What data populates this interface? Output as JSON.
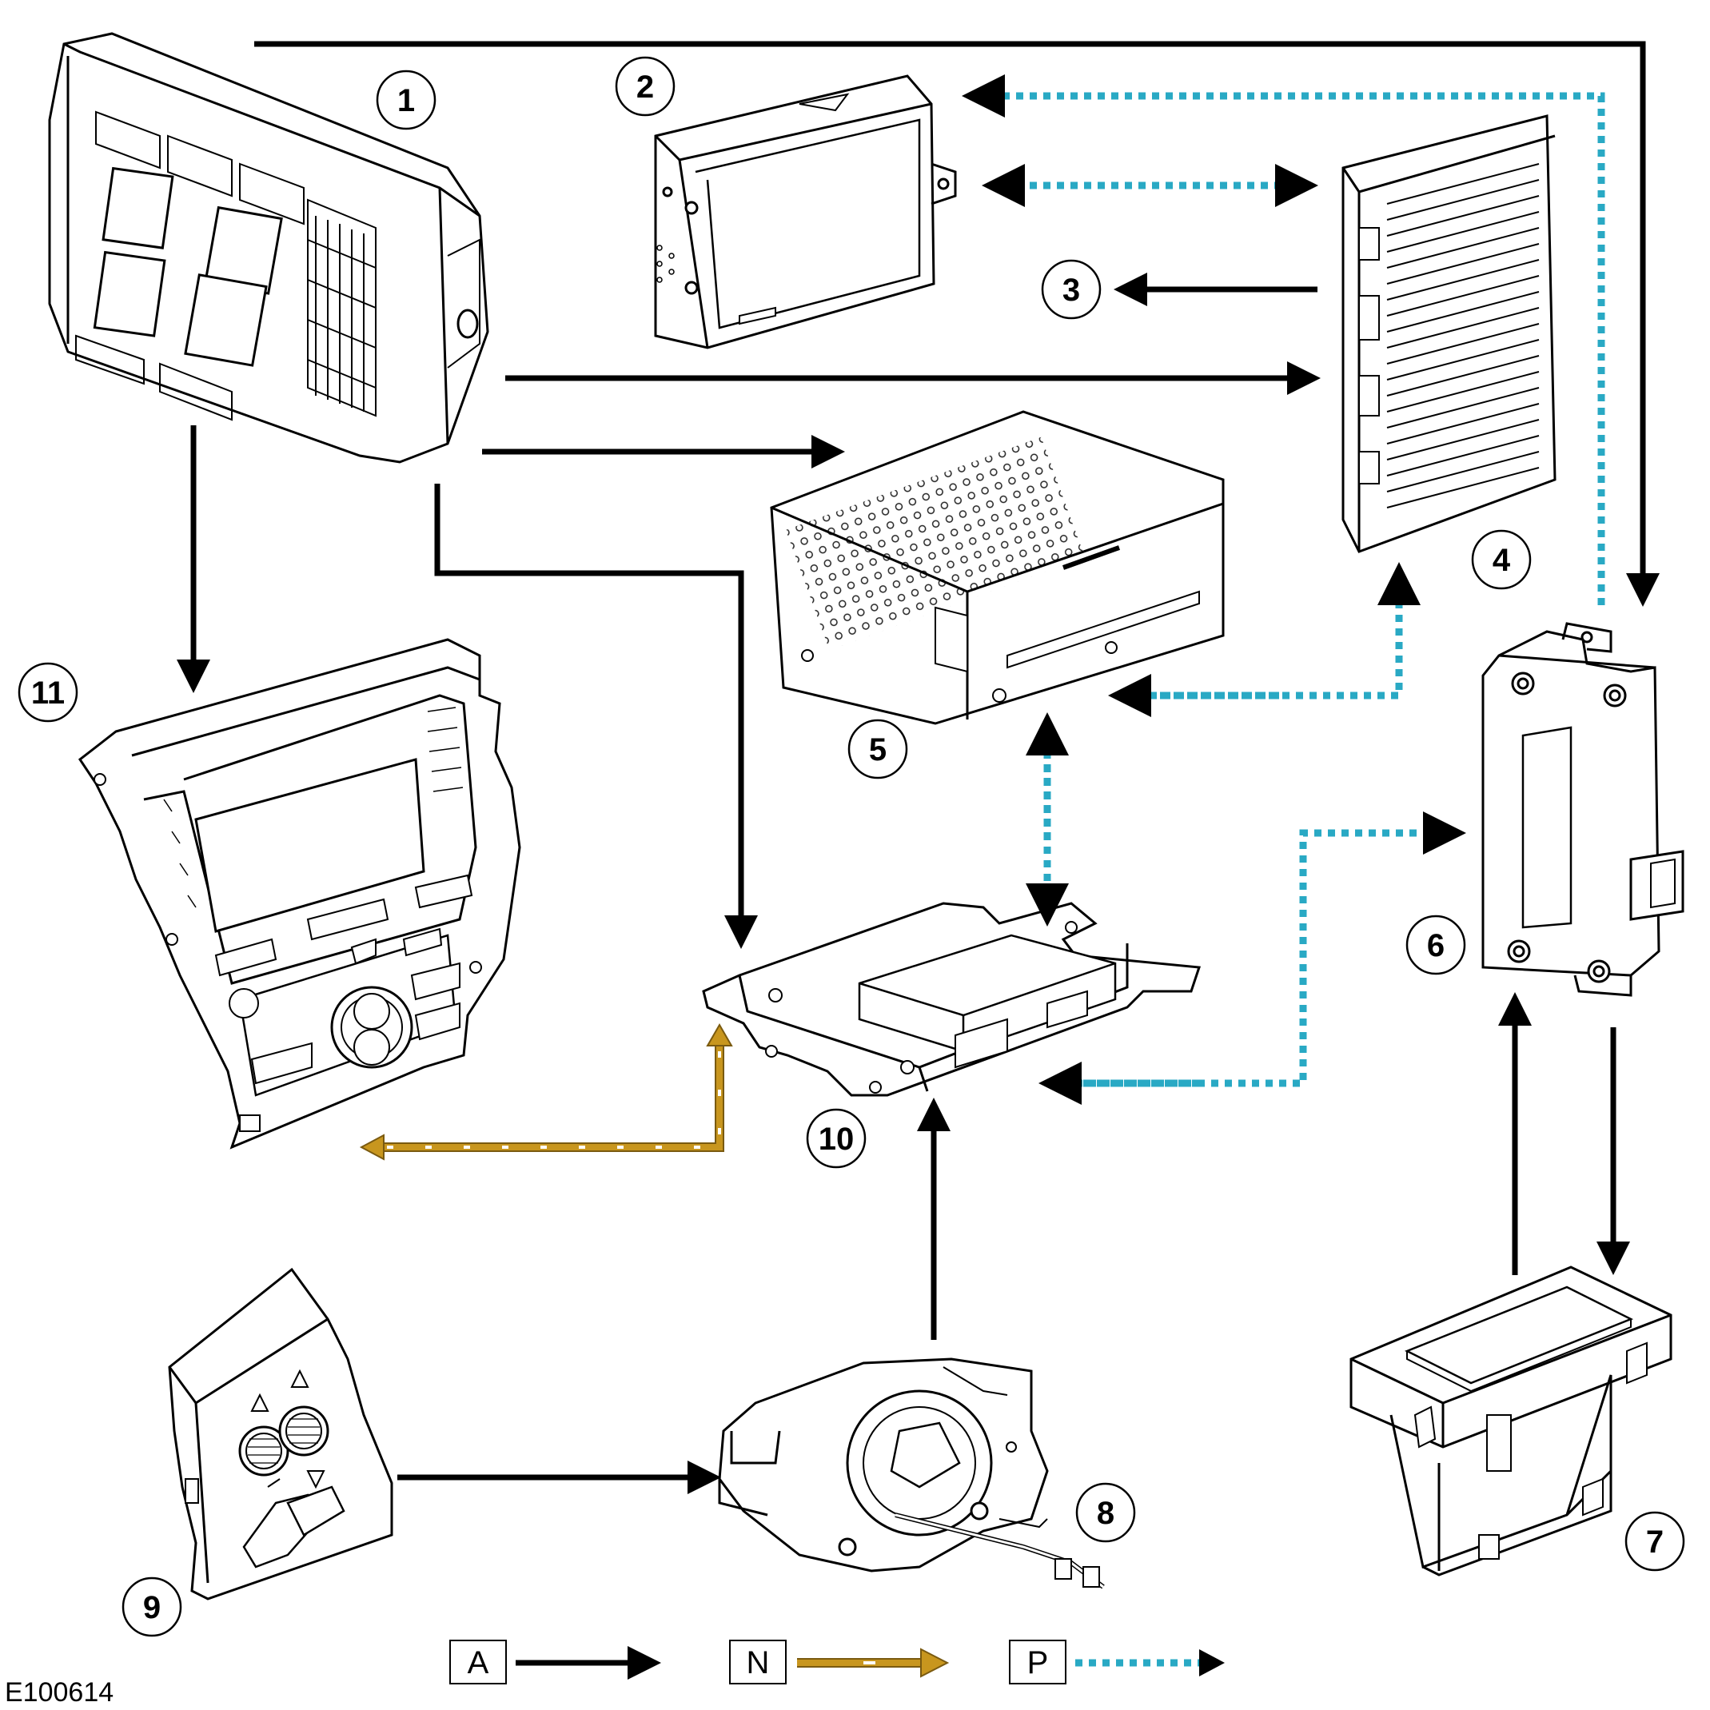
{
  "figure_id": "E100614",
  "components": [
    {
      "number": "1",
      "icon": "fuse-relay-box-icon"
    },
    {
      "number": "2",
      "icon": "touch-screen-display-icon"
    },
    {
      "number": "3",
      "icon": "speakers-reference"
    },
    {
      "number": "4",
      "icon": "audio-amplifier-icon"
    },
    {
      "number": "5",
      "icon": "audio-head-unit-icon"
    },
    {
      "number": "6",
      "icon": "interface-module-icon"
    },
    {
      "number": "7",
      "icon": "media-hub-icon"
    },
    {
      "number": "8",
      "icon": "clockspring-icon"
    },
    {
      "number": "9",
      "icon": "steering-wheel-switch-pack-icon"
    },
    {
      "number": "10",
      "icon": "control-module-icon"
    },
    {
      "number": "11",
      "icon": "integrated-control-panel-icon"
    }
  ],
  "legend": [
    {
      "key": "A",
      "style": "solid-black"
    },
    {
      "key": "N",
      "style": "dashed-gold"
    },
    {
      "key": "P",
      "style": "dotted-cyan"
    }
  ],
  "colors": {
    "hardwired": "#000000",
    "lin_bus": "#c8961e",
    "most_ring": "#29a9c4"
  }
}
